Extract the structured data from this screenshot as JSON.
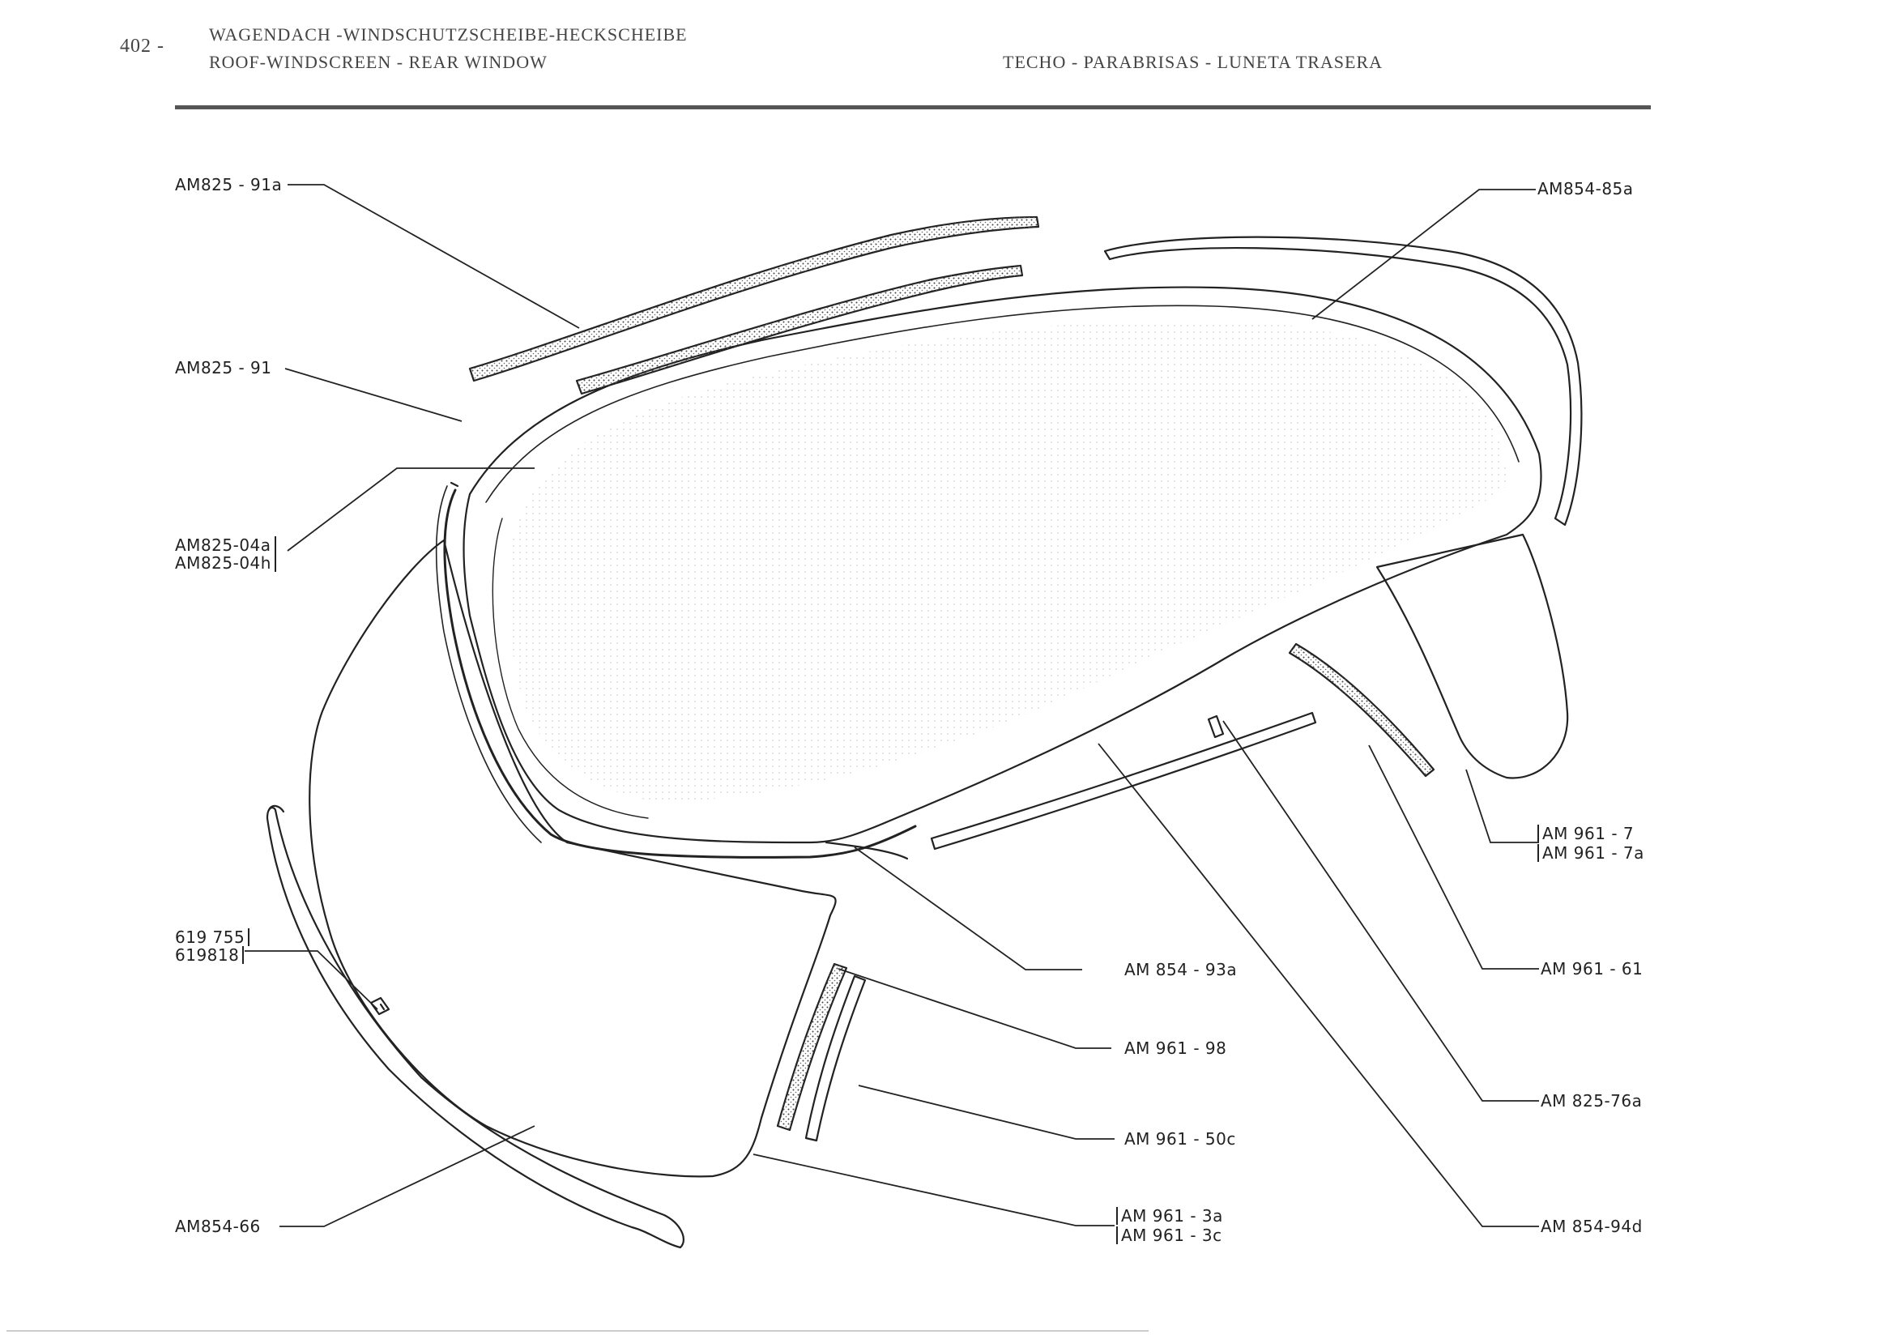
{
  "header": {
    "page_number": "402 -",
    "title_de": "WAGENDACH -WINDSCHUTZSCHEIBE-HECKSCHEIBE",
    "title_en": "ROOF-WINDSCREEN - REAR WINDOW",
    "title_es": "TECHO - PARABRISAS - LUNETA TRASERA"
  },
  "callouts": {
    "am825_91a": "AM825 - 91a",
    "am825_91": "AM825 - 91",
    "am825_04a": "AM825-04a",
    "am825_04h": "AM825-04h",
    "p619755": "619 755",
    "p619818": "619818",
    "am854_66": "AM854-66",
    "am854_85a": "AM854-85a",
    "am961_7": "AM 961 - 7",
    "am961_7a": "AM 961 - 7a",
    "am961_61": "AM  961 - 61",
    "am825_76a": "AM 825-76a",
    "am854_94d": "AM 854-94d",
    "am854_93a": "AM 854 - 93a",
    "am961_98": "AM 961 - 98",
    "am961_50c": "AM 961 - 50c",
    "am961_3a": "AM 961 - 3a",
    "am961_3c": "AM 961 - 3c"
  },
  "colors": {
    "ink": "#222222",
    "header_ink": "#444444",
    "rule": "#555555"
  }
}
